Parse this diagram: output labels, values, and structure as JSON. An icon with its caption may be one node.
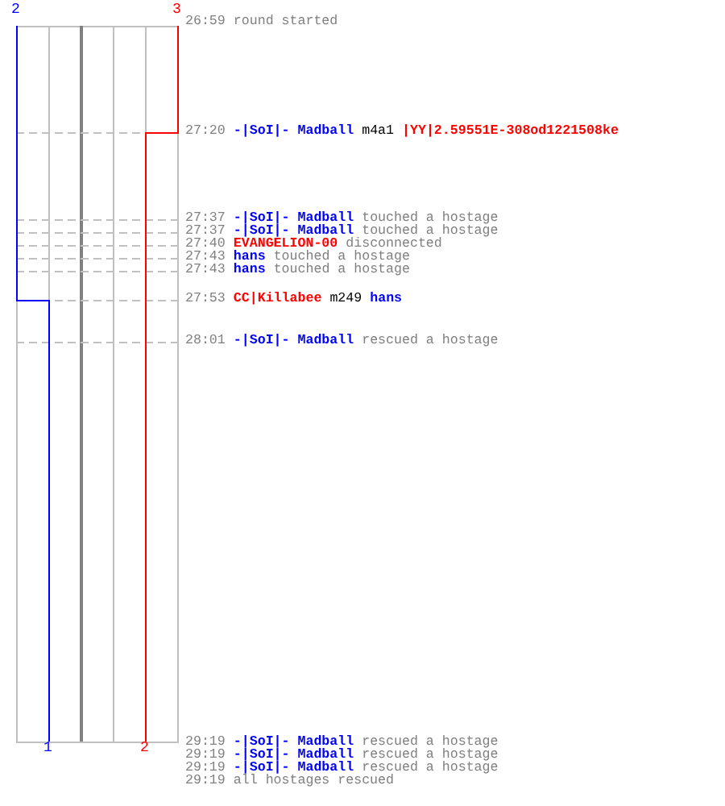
{
  "diagram": {
    "labels": [
      "2",
      "3",
      "26:59",
      "round started",
      "27:20",
      "-|SoI|- Madball",
      "m4a1",
      "|YY|2.59551E-308od1221508ke",
      "27:37",
      "-|SoI|- Madball",
      "touched a hostage",
      "27:37",
      "-|SoI|- Madball",
      "touched a hostage",
      "27:40",
      "EVANGELION-00",
      "disconnected",
      "27:43",
      "hans",
      "touched a hostage",
      "27:43",
      "hans",
      "touched a hostage",
      "27:53",
      "CC|Killabee",
      "m249",
      "hans",
      "28:01",
      "-|SoI|- Madball",
      "rescued a hostage",
      "1",
      "2",
      "29:19",
      "-|SoI|- Madball",
      "rescued a hostage",
      "29:19",
      "-|SoI|- Madball",
      "rescued a hostage",
      "29:19",
      "-|SoI|- Madball",
      "rescued a hostage",
      "29:19",
      "all hostages rescued"
    ]
  }
}
